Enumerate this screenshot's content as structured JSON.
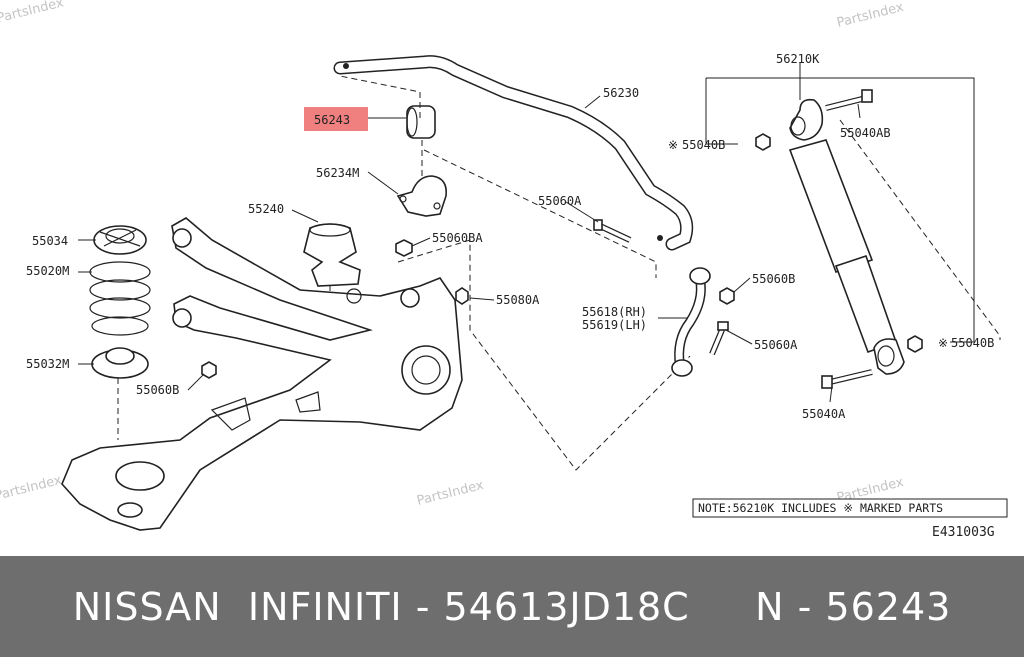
{
  "watermark": "PartsIndex",
  "labels": {
    "p56243": "56243",
    "p56230": "56230",
    "p56234M": "56234M",
    "p55240": "55240",
    "p55034": "55034",
    "p55020M": "55020M",
    "p55032M": "55032M",
    "p55060BA": "55060BA",
    "p55060B_left": "55060B",
    "p55060A_top": "55060A",
    "p55080A": "55080A",
    "p55618": "55618(RH)",
    "p55619": "55619(LH)",
    "p55060B_right": "55060B",
    "p55060A_right": "55060A",
    "p56210K": "56210K",
    "p55040B_top": "55040B",
    "p55040AB": "55040AB",
    "p55040B_right": "55040B",
    "p55040A": "55040A"
  },
  "note": "NOTE:56210K INCLUDES ※ MARKED PARTS",
  "marker": "※",
  "diagram_code": "E431003G",
  "highlight_color": "#f08080",
  "footer": {
    "text": "NISSAN  INFINITI - 54613JD18C     N - 56243"
  }
}
